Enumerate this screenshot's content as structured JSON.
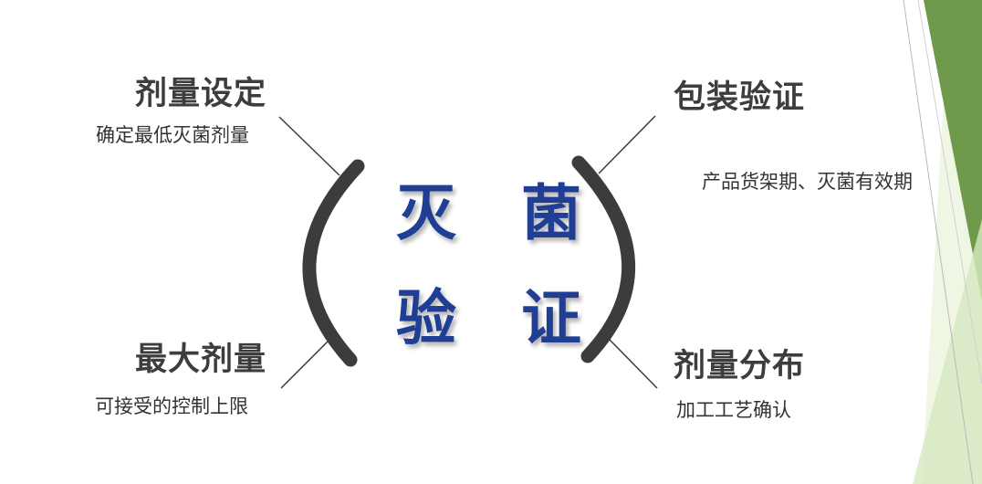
{
  "center": {
    "line1": "灭 菌",
    "line2": "验 证"
  },
  "items": {
    "top_left": {
      "title": "剂量设定",
      "desc": "确定最低灭菌剂量"
    },
    "bottom_left": {
      "title": "最大剂量",
      "desc": "可接受的控制上限"
    },
    "top_right": {
      "title": "包装验证",
      "desc": "产品货架期、灭菌有效期"
    },
    "bottom_right": {
      "title": "剂量分布",
      "desc": "加工工艺确认"
    }
  },
  "colors": {
    "center_text": "#1f3e94",
    "bracket": "#3a3d3a",
    "title_text": "#3d3d3d",
    "accent_green": "#6f9a4c",
    "light_green": "#c8e0a8"
  }
}
